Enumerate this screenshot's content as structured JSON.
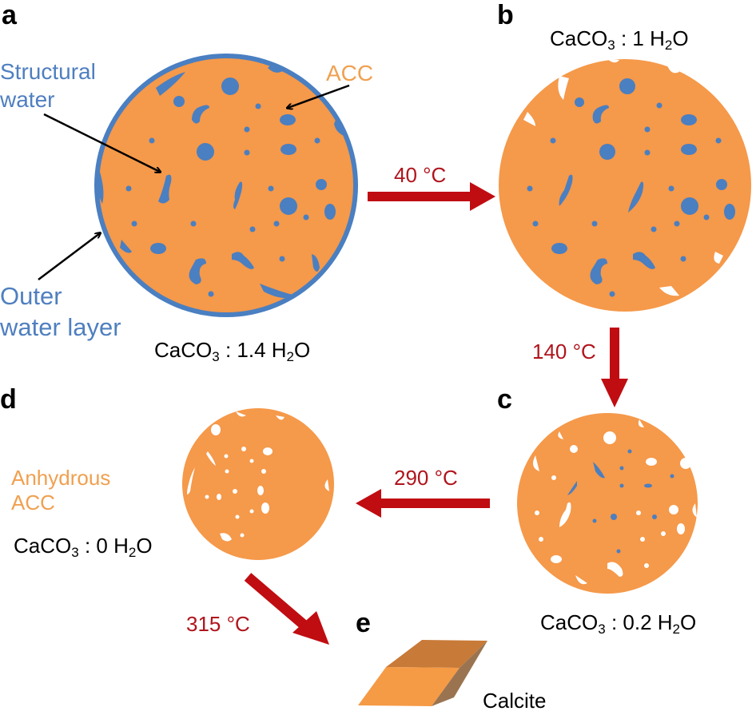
{
  "colors": {
    "acc_orange": "#f5994a",
    "water_blue": "#4a7fc1",
    "arrow_red": "#c00d12",
    "temp_text": "#b0141c",
    "label_blue": "#4f7fbf",
    "label_orange": "#f0a050",
    "calcite_top": "#c87a38",
    "calcite_front": "#f59a45",
    "calcite_side": "#9a7450"
  },
  "panels": {
    "a": {
      "letter": "a",
      "formula": {
        "prefix": "CaCO",
        "sub1": "3",
        "mid": " : 1.4 H",
        "sub2": "2",
        "suffix": "O"
      },
      "labels": {
        "structural_water_line1": "Structural",
        "structural_water_line2": "water",
        "acc": "ACC",
        "outer_water_line1": "Outer",
        "outer_water_line2": "water layer"
      }
    },
    "b": {
      "letter": "b",
      "formula": {
        "prefix": "CaCO",
        "sub1": "3",
        "mid": " : 1 H",
        "sub2": "2",
        "suffix": "O"
      }
    },
    "c": {
      "letter": "c",
      "formula": {
        "prefix": "CaCO",
        "sub1": "3",
        "mid": " : 0.2 H",
        "sub2": "2",
        "suffix": "O"
      }
    },
    "d": {
      "letter": "d",
      "labels": {
        "anhydrous_line1": "Anhydrous",
        "anhydrous_line2": "ACC"
      },
      "formula": {
        "prefix": "CaCO",
        "sub1": "3",
        "mid": " : 0 H",
        "sub2": "2",
        "suffix": "O"
      }
    },
    "e": {
      "letter": "e",
      "label": "Calcite"
    }
  },
  "transitions": [
    {
      "from": "a",
      "to": "b",
      "temperature": "40 °C",
      "direction": "right"
    },
    {
      "from": "b",
      "to": "c",
      "temperature": "140 °C",
      "direction": "down"
    },
    {
      "from": "c",
      "to": "d",
      "temperature": "290 °C",
      "direction": "left"
    },
    {
      "from": "d",
      "to": "e",
      "temperature": "315 °C",
      "direction": "down-right"
    }
  ]
}
